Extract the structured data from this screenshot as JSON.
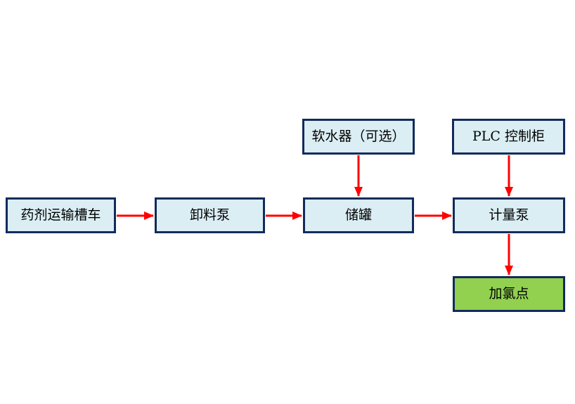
{
  "diagram": {
    "type": "flowchart",
    "title": "",
    "nodes": [
      {
        "id": "tanker",
        "label": "药剂运输槽车",
        "fill": "#DBEEF4",
        "row": "middle"
      },
      {
        "id": "unloading-pump",
        "label": "卸料泵",
        "fill": "#DBEEF4",
        "row": "middle"
      },
      {
        "id": "water-softener",
        "label": "软水器（可选）",
        "fill": "#DBEEF4",
        "row": "top"
      },
      {
        "id": "storage-tank",
        "label": "储罐",
        "fill": "#DBEEF4",
        "row": "middle"
      },
      {
        "id": "plc-cabinet",
        "label": "PLC 控制柜",
        "fill": "#DBEEF4",
        "row": "top"
      },
      {
        "id": "metering-pump",
        "label": "计量泵",
        "fill": "#DBEEF4",
        "row": "middle"
      },
      {
        "id": "chlorination-point",
        "label": "加氯点",
        "fill": "#92D050",
        "row": "bottom"
      }
    ],
    "edges": [
      {
        "from": "tanker",
        "to": "unloading-pump",
        "direction": "right"
      },
      {
        "from": "unloading-pump",
        "to": "storage-tank",
        "direction": "right"
      },
      {
        "from": "water-softener",
        "to": "storage-tank",
        "direction": "down"
      },
      {
        "from": "storage-tank",
        "to": "metering-pump",
        "direction": "right"
      },
      {
        "from": "plc-cabinet",
        "to": "metering-pump",
        "direction": "down"
      },
      {
        "from": "metering-pump",
        "to": "chlorination-point",
        "direction": "down"
      }
    ],
    "colors": {
      "node_fill_blue": "#DBEEF4",
      "node_fill_green": "#92D050",
      "node_border": "#122B5C",
      "arrow": "#FF0000",
      "text": "#000000",
      "background": "#FFFFFF"
    }
  }
}
